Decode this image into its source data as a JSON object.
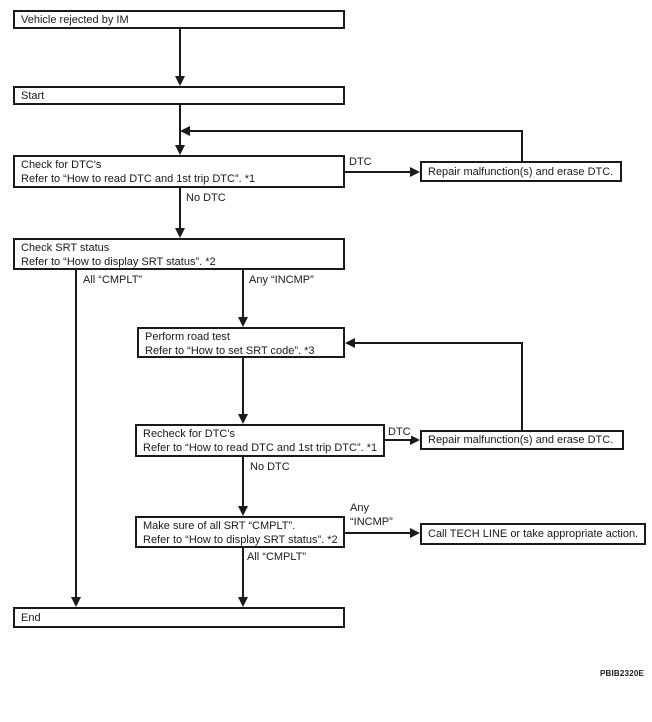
{
  "figure_id": "PBIB2320E",
  "colors": {
    "line": "#1a1a1a",
    "background": "#ffffff"
  },
  "boxes": {
    "vehicle_rejected": {
      "text": "Vehicle rejected by IM"
    },
    "start": {
      "text": "Start"
    },
    "check_dtc": {
      "line1": "Check for DTC's",
      "line2": "Refer to “How to read DTC and 1st trip DTC”. *1"
    },
    "check_srt": {
      "line1": "Check SRT status",
      "line2": "Refer to “How to display SRT status”. *2"
    },
    "road_test": {
      "line1": "Perform road test",
      "line2": "Refer to “How to set SRT code”. *3"
    },
    "recheck_dtc": {
      "line1": "Recheck for DTC's",
      "line2": "Refer to “How to read DTC and 1st trip DTC”. *1"
    },
    "make_sure_srt": {
      "line1": "Make sure of all SRT “CMPLT”.",
      "line2": "Refer to “How to display SRT status”. *2"
    },
    "end": {
      "text": "End"
    },
    "repair_1": {
      "text": "Repair malfunction(s) and erase DTC."
    },
    "repair_2": {
      "text": "Repair malfunction(s) and erase DTC."
    },
    "call_tech": {
      "text": "Call TECH LINE or take appropriate action."
    }
  },
  "edge_labels": {
    "dtc_1": "DTC",
    "no_dtc_1": "No DTC",
    "all_cmplt_1": "All “CMPLT”",
    "any_incmp_1": "Any “INCMP”",
    "dtc_2": "DTC",
    "no_dtc_2": "No DTC",
    "any_2a": "Any",
    "any_2b": "“INCMP”",
    "all_cmplt_2": "All “CMPLT”"
  }
}
